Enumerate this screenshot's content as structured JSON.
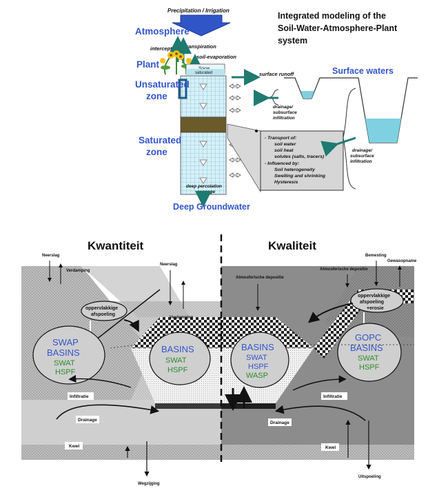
{
  "top": {
    "title_lines": [
      "Integrated modeling of the",
      "Soil-Water-Atmosphere-Plant",
      "system"
    ],
    "precipitation_label": "Precipitation / Irrigation",
    "atmosphere": "Atmosphere",
    "plant": "Plant",
    "interception": "interception",
    "transpiration": "transpiration",
    "soil_evaporation": "soil-evaporation",
    "snow": "Snow",
    "saturated_small": "saturated",
    "unsaturated_lines": [
      "Unsaturated",
      "zone"
    ],
    "saturated_lines": [
      "Saturated",
      "zone"
    ],
    "surface_runoff": "surface runoff",
    "surface_waters": "Surface waters",
    "drainage_small_lines": [
      "drainage/",
      "subsurface",
      "infiltration"
    ],
    "drainage_large_lines": [
      "drainage/",
      "subsurface",
      "infiltration"
    ],
    "deep_percolation_lines": [
      "deep percolation",
      "seepage"
    ],
    "deep_groundwater": "Deep Groundwater",
    "transport_box_lines": [
      "- Transport of:",
      "soil water",
      "soil heat",
      "solutes (salts, tracers)",
      "- Influenced by:",
      "Soil heterogeneity",
      "Swelling and shrinking",
      "Hysteresis"
    ]
  },
  "bottom": {
    "kwantiteit": "Kwantiteit",
    "kwaliteit": "Kwaliteit",
    "neerslag_left": "Neerslag",
    "verdamping_left": "Verdamping",
    "neerslag_mid": "Neerslag",
    "verdamping_mid": "Verdamping",
    "atmosferische_mid": "Atmosferische depositie",
    "atmosferische_right": "Atmosferische depositie",
    "bemesting": "Bemesting",
    "gewasopname": "Gewasopname",
    "opp_left_lines": [
      "oppervlakkige",
      "afspoeling"
    ],
    "opp_right_lines": [
      "oppervlakkige",
      "afspoeling",
      "+erosie"
    ],
    "model_left": [
      "SWAP",
      "BASINS",
      "SWAT",
      "HSPF"
    ],
    "model_center": [
      "BASINS",
      "SWAT",
      "HSPF"
    ],
    "model_right_center": [
      "BASINS",
      "SWAT",
      "HSPF",
      "WASP"
    ],
    "model_right": [
      "GOPC",
      "BASINS",
      "SWAT",
      "HSPF"
    ],
    "infiltratie_left": "Infiltratie",
    "infiltratie_right": "Infiltratie",
    "drainage_left": "Drainage",
    "drainage_right": "Drainage",
    "kwel_left": "Kwel",
    "kwel_right": "Kwel",
    "wegzijging": "Wegzijging",
    "uitspoeling": "Uitspoeling"
  },
  "colors": {
    "blue_label": "#3355cc",
    "green_label": "#2e8b2e",
    "soil_light": "#c8c8c8",
    "soil_dark": "#8a8a8a",
    "water": "#7fd0e0",
    "arrow_teal": "#1f7a70"
  }
}
